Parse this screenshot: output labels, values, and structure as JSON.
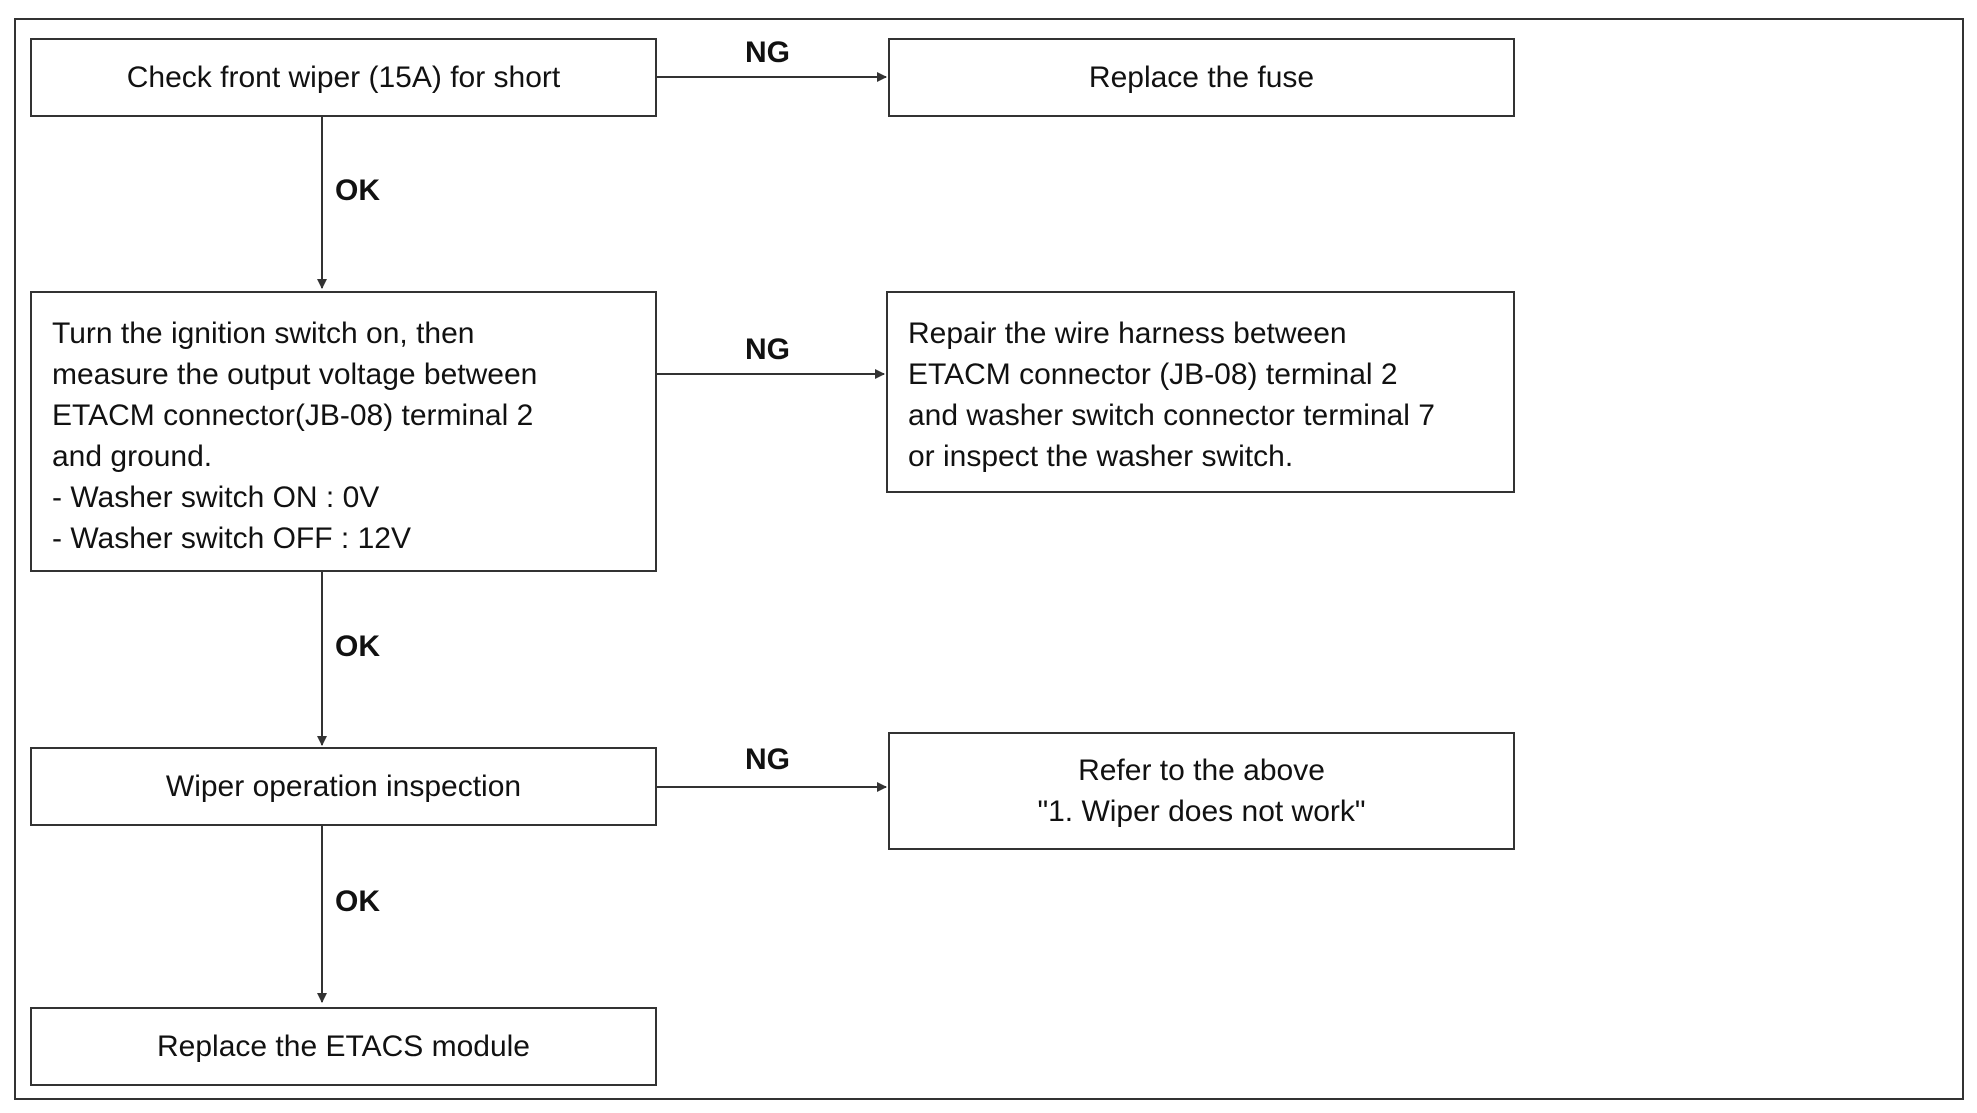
{
  "steps": {
    "check_fuse": {
      "text": "Check front wiper (15A) for short"
    },
    "measure_voltage": {
      "lines": [
        "Turn the ignition switch on, then",
        "measure the output voltage between",
        "ETACM connector(JB-08) terminal 2",
        "and ground.",
        "- Washer switch ON : 0V",
        "- Washer switch OFF : 12V"
      ]
    },
    "wiper_inspection": {
      "text": "Wiper operation inspection"
    },
    "replace_module": {
      "text": "Replace the ETACS module"
    }
  },
  "results": {
    "replace_fuse": {
      "text": "Replace the fuse"
    },
    "repair_harness": {
      "lines": [
        "Repair the wire harness between",
        "ETACM connector (JB-08) terminal 2",
        "and washer switch connector terminal 7",
        "or inspect the washer switch."
      ]
    },
    "refer_above": {
      "lines": [
        "Refer to the above",
        "\"1. Wiper does not work\""
      ]
    }
  },
  "edge_labels": {
    "ng_1": "NG",
    "ok_1": "OK",
    "ng_2": "NG",
    "ok_2": "OK",
    "ng_3": "NG",
    "ok_3": "OK"
  }
}
